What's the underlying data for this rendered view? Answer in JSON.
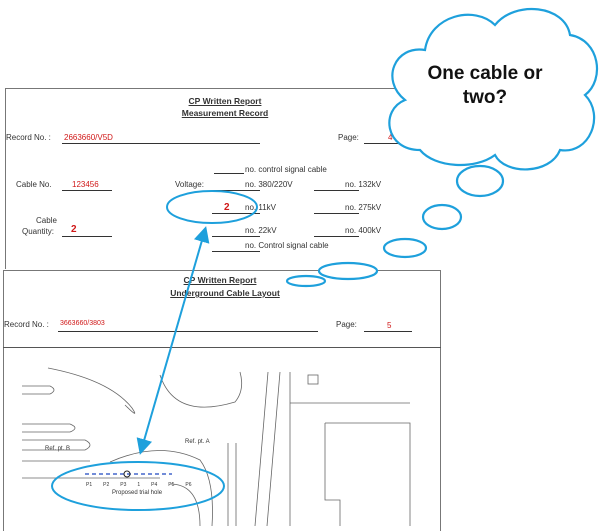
{
  "thought_bubble": {
    "text": "One cable or two?",
    "line1": "One cable or",
    "line2": "two?"
  },
  "colors": {
    "accent": "#1ea0dc",
    "red": "#d01818"
  },
  "measurement_record": {
    "title": "CP Written Report",
    "subtitle": "Measurement Record",
    "record_label": "Record No. :",
    "record_value": "2663660/V5D",
    "page_label": "Page:",
    "page_value": "4",
    "cable_no_label": "Cable No.",
    "cable_no_value": "123456",
    "voltage_label": "Voltage:",
    "cable_label": "Cable",
    "quantity_label": "Quantity:",
    "quantity_value": "2",
    "count_11kv": "2",
    "rows": {
      "control_top": "no. control signal cable",
      "v380": "no. 380/220V",
      "v132": "no. 132kV",
      "v11": "no. 11kV",
      "v275": "no. 275kV",
      "v22": "no. 22kV",
      "v400": "no. 400kV",
      "control_bottom": "no. Control signal cable"
    }
  },
  "layout_record": {
    "title": "CP Written Report",
    "subtitle": "Underground Cable Layout",
    "record_label": "Record No. :",
    "record_value": "3663660/3803",
    "page_label": "Page:",
    "page_value": "5",
    "ref_a": "Ref. pt. A",
    "ref_b": "Ref. pt. B",
    "trial_hole": "Proposed trial hole",
    "points": [
      "P1",
      "P2",
      "P3",
      "1",
      "P4",
      "P5",
      "P6"
    ]
  }
}
